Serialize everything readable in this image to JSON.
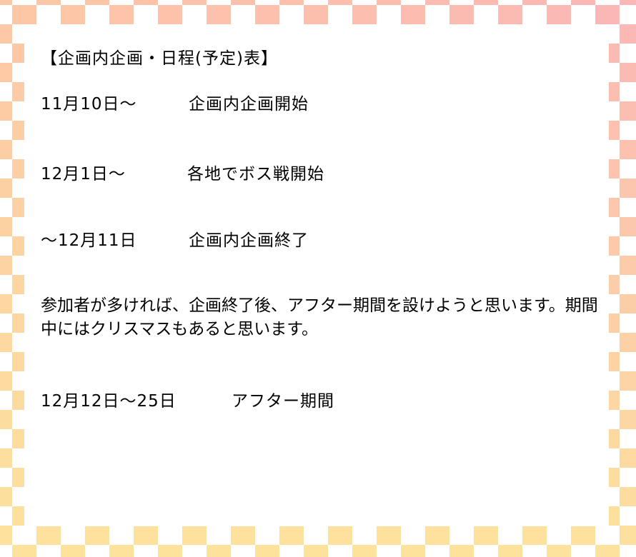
{
  "title": "【企画内企画・日程(予定)表】",
  "schedule": [
    {
      "date": "11月10日～",
      "event": "企画内企画開始"
    },
    {
      "date": "12月1日～",
      "event": "各地でボス戦開始"
    },
    {
      "date": "～12月11日",
      "event": "企画内企画終了"
    }
  ],
  "note": "参加者が多ければ、企画終了後、アフター期間を設けようと思います。期間中にはクリスマスもあると思います。",
  "after": {
    "date": "12月12日～25日",
    "event": "アフター期間"
  },
  "colors": {
    "peach": "#fdc7a6",
    "pink": "#fbb6b6",
    "yellow": "#fde39c"
  }
}
